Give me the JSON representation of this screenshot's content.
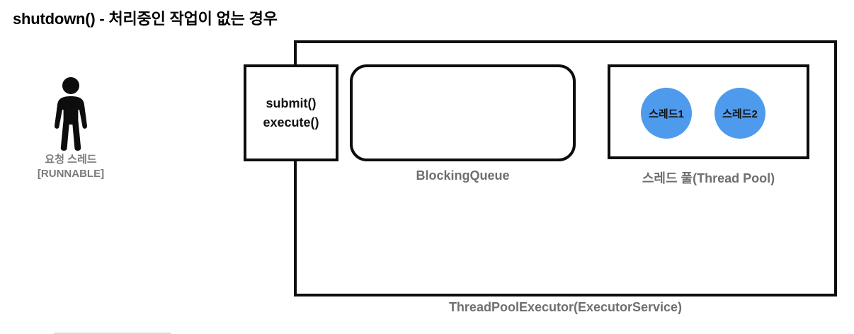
{
  "diagram": {
    "title": "shutdown() - 처리중인 작업이 없는 경우",
    "actor": {
      "icon": "person-icon",
      "label": "요청 스레드",
      "state": "[RUNNABLE]"
    },
    "entry_point": {
      "line1": "submit()",
      "line2": "execute()"
    },
    "queue": {
      "caption": "BlockingQueue",
      "items": []
    },
    "pool": {
      "caption": "스레드 풀(Thread Pool)",
      "threads": [
        {
          "label": "스레드1",
          "color": "#4e9bee"
        },
        {
          "label": "스레드2",
          "color": "#4e9bee"
        }
      ]
    },
    "container_caption": "ThreadPoolExecutor(ExecutorService)",
    "colors": {
      "stroke": "#0d0d0d",
      "caption_gray": "#6f6f6f",
      "actor_gray": "#7b7b7b",
      "thread_blue": "#4e9bee",
      "background": "#ffffff"
    }
  }
}
